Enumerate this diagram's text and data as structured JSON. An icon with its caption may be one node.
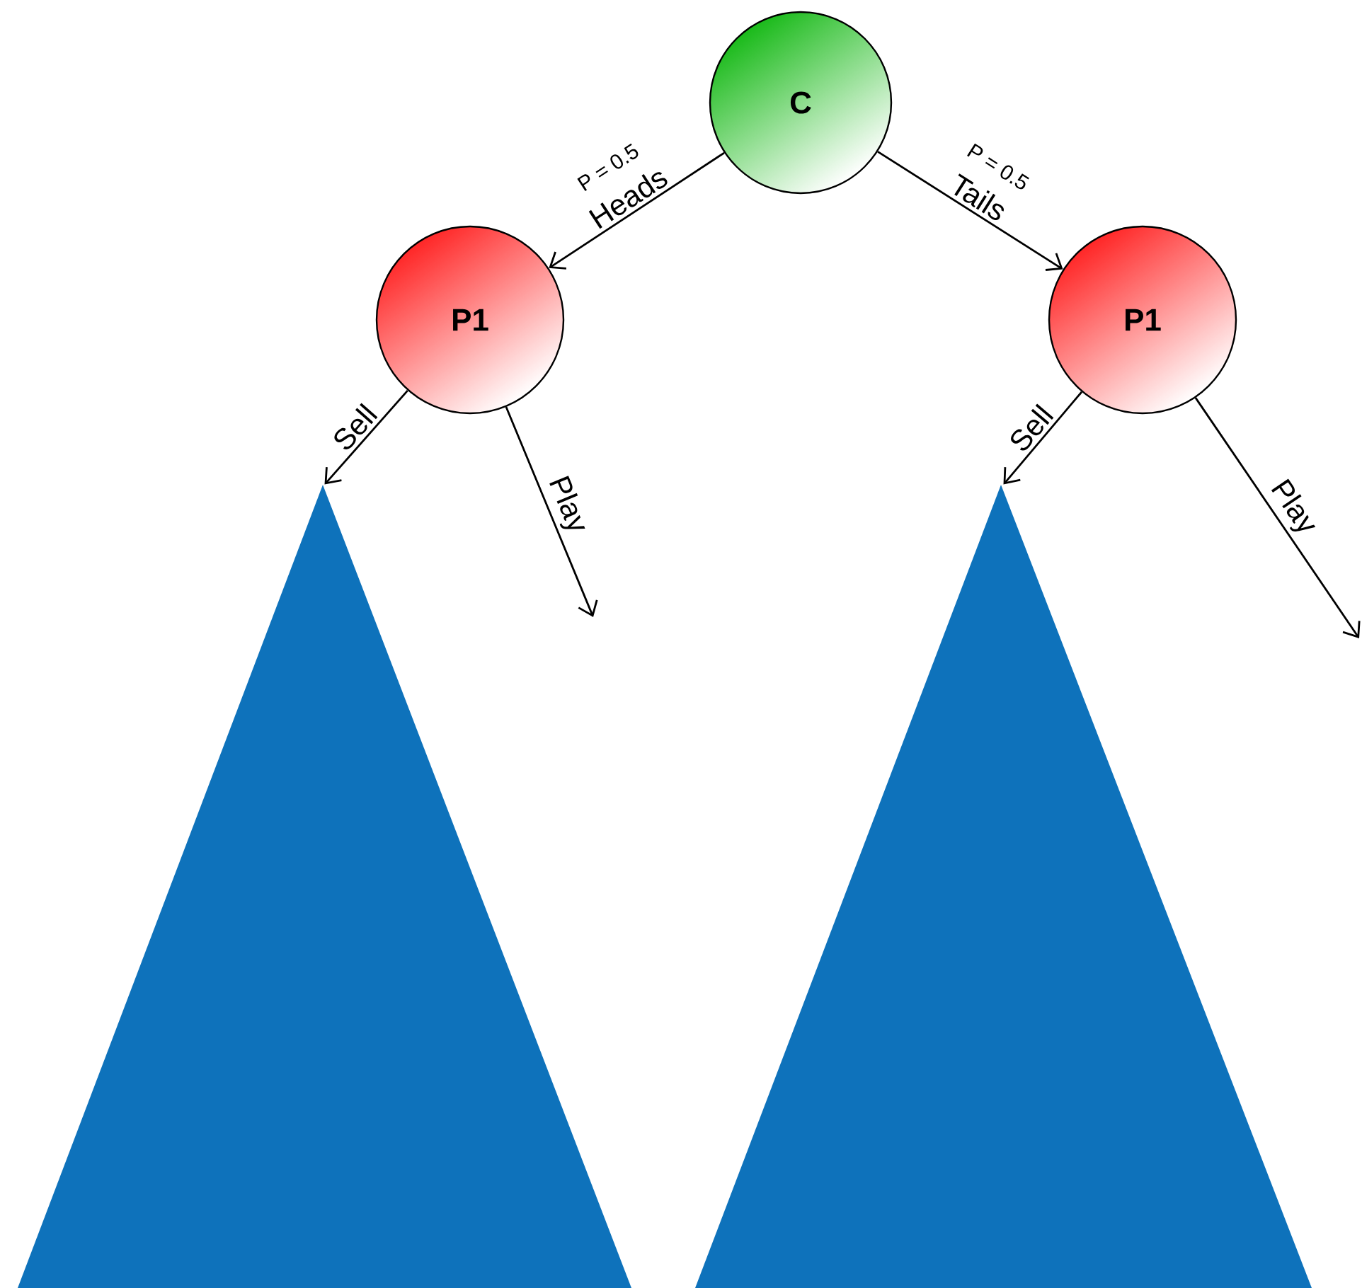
{
  "diagram": {
    "nodes": [
      {
        "text": [
          "C"
        ]
      },
      {
        "text": [
          "P1"
        ]
      },
      {
        "text": [
          "P1"
        ]
      },
      {
        "text": [],
        "shape": "triangle"
      },
      {
        "text": [],
        "shape": "triangle"
      }
    ],
    "edges": [
      {
        "from": 0,
        "to": 1,
        "arrow": "to",
        "label": "Heads"
      },
      {
        "from": 0,
        "to": 2,
        "arrow": "to",
        "label": "Tails"
      },
      {
        "from": 1,
        "to": 3,
        "arrow": "to",
        "label": "Sell"
      },
      {
        "from": 1,
        "to": null,
        "arrow": "to",
        "label": "Play"
      },
      {
        "from": 2,
        "to": 4,
        "arrow": "to",
        "label": "Sell"
      },
      {
        "from": 2,
        "to": null,
        "arrow": "to",
        "label": "Play"
      }
    ],
    "labels": [
      "P = 0.5",
      "P = 0.5"
    ]
  }
}
